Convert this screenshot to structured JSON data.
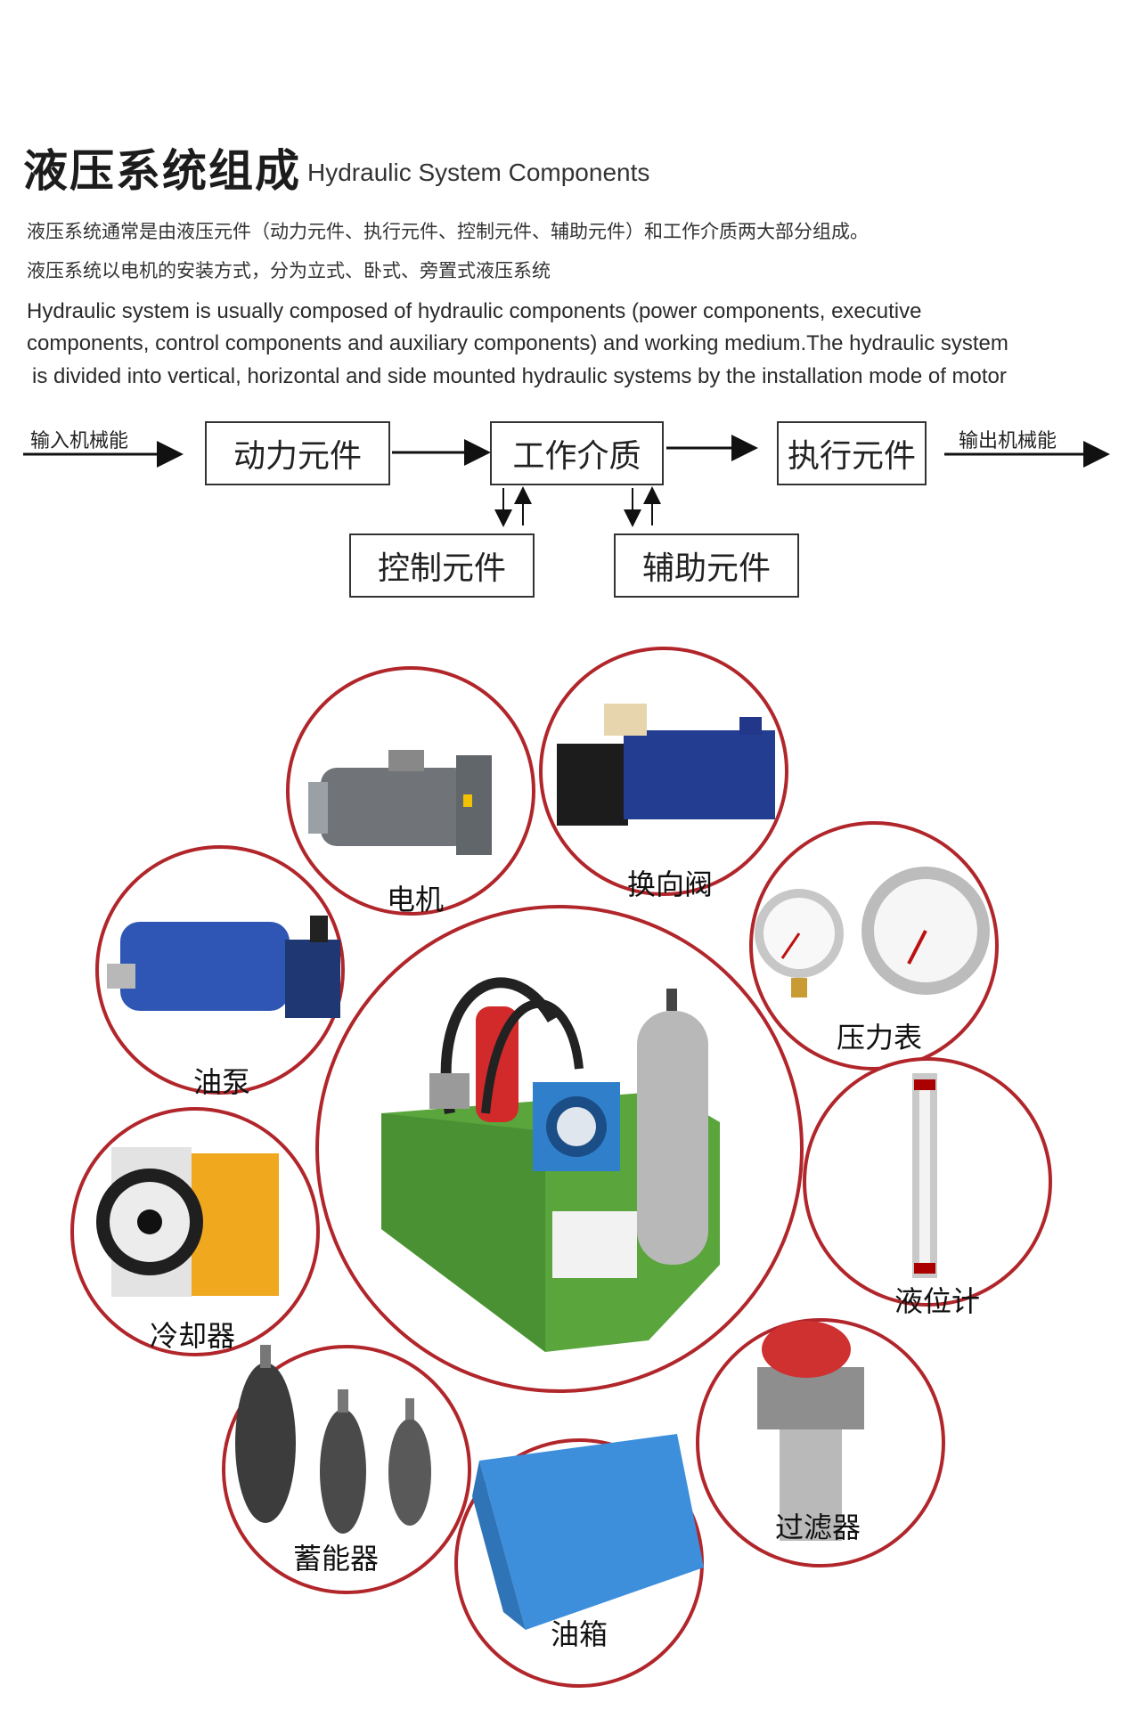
{
  "header": {
    "title_zh": "液压系统组成",
    "title_en": "Hydraulic System Components"
  },
  "intro": {
    "zh_line1": "液压系统通常是由液压元件（动力元件、执行元件、控制元件、辅助元件）和工作介质两大部分组成。",
    "zh_line2": "液压系统以电机的安装方式，分为立式、卧式、旁置式液压系统",
    "en_line1": "Hydraulic system is usually composed of hydraulic components (power components, executive",
    "en_line2": "components, control components and auxiliary components) and working medium.The hydraulic system",
    "en_line3": "is divided into vertical, horizontal and side mounted hydraulic systems by the installation mode of motor"
  },
  "flow": {
    "input_label": "输入机械能",
    "output_label": "输出机械能",
    "power": "动力元件",
    "medium": "工作介质",
    "executive": "执行元件",
    "control": "控制元件",
    "auxiliary": "辅助元件"
  },
  "components": {
    "motor": "电机",
    "valve": "换向阀",
    "gauge": "压力表",
    "pump": "油泵",
    "level": "液位计",
    "cooler": "冷却器",
    "filter": "过滤器",
    "accumulator": "蓄能器",
    "tank": "油箱"
  },
  "colors": {
    "ring": "#b1262b",
    "tank_green": "#5aa53c",
    "pump_blue": "#2f56b5",
    "cooler_yellow": "#f0a81e",
    "reservoir_blue": "#3d8fdc"
  }
}
